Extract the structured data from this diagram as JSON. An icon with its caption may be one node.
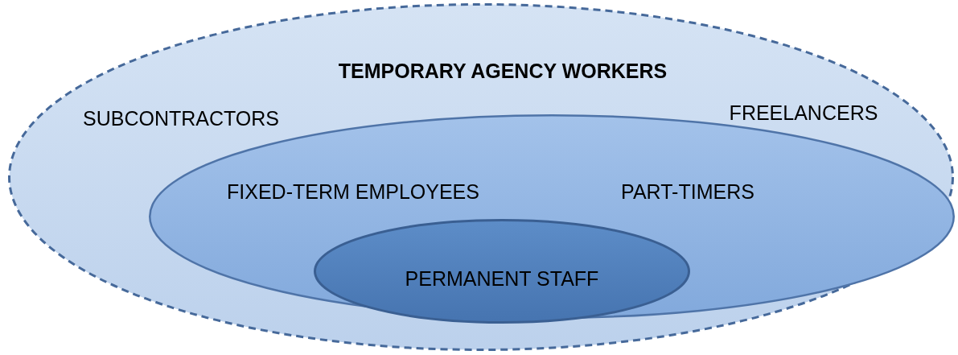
{
  "diagram": {
    "nodes": [
      {
        "text": [
          "TEMPORARY AGENCY WORKERS",
          "SUBCONTRACTORS",
          "FREELANCERS"
        ]
      },
      {
        "text": [
          "FIXED-TERM EMPLOYEES",
          "PART-TIMERS"
        ],
        "in": 0
      },
      {
        "text": [
          "PERMANENT STAFF"
        ],
        "in": 1
      }
    ],
    "edges": []
  }
}
